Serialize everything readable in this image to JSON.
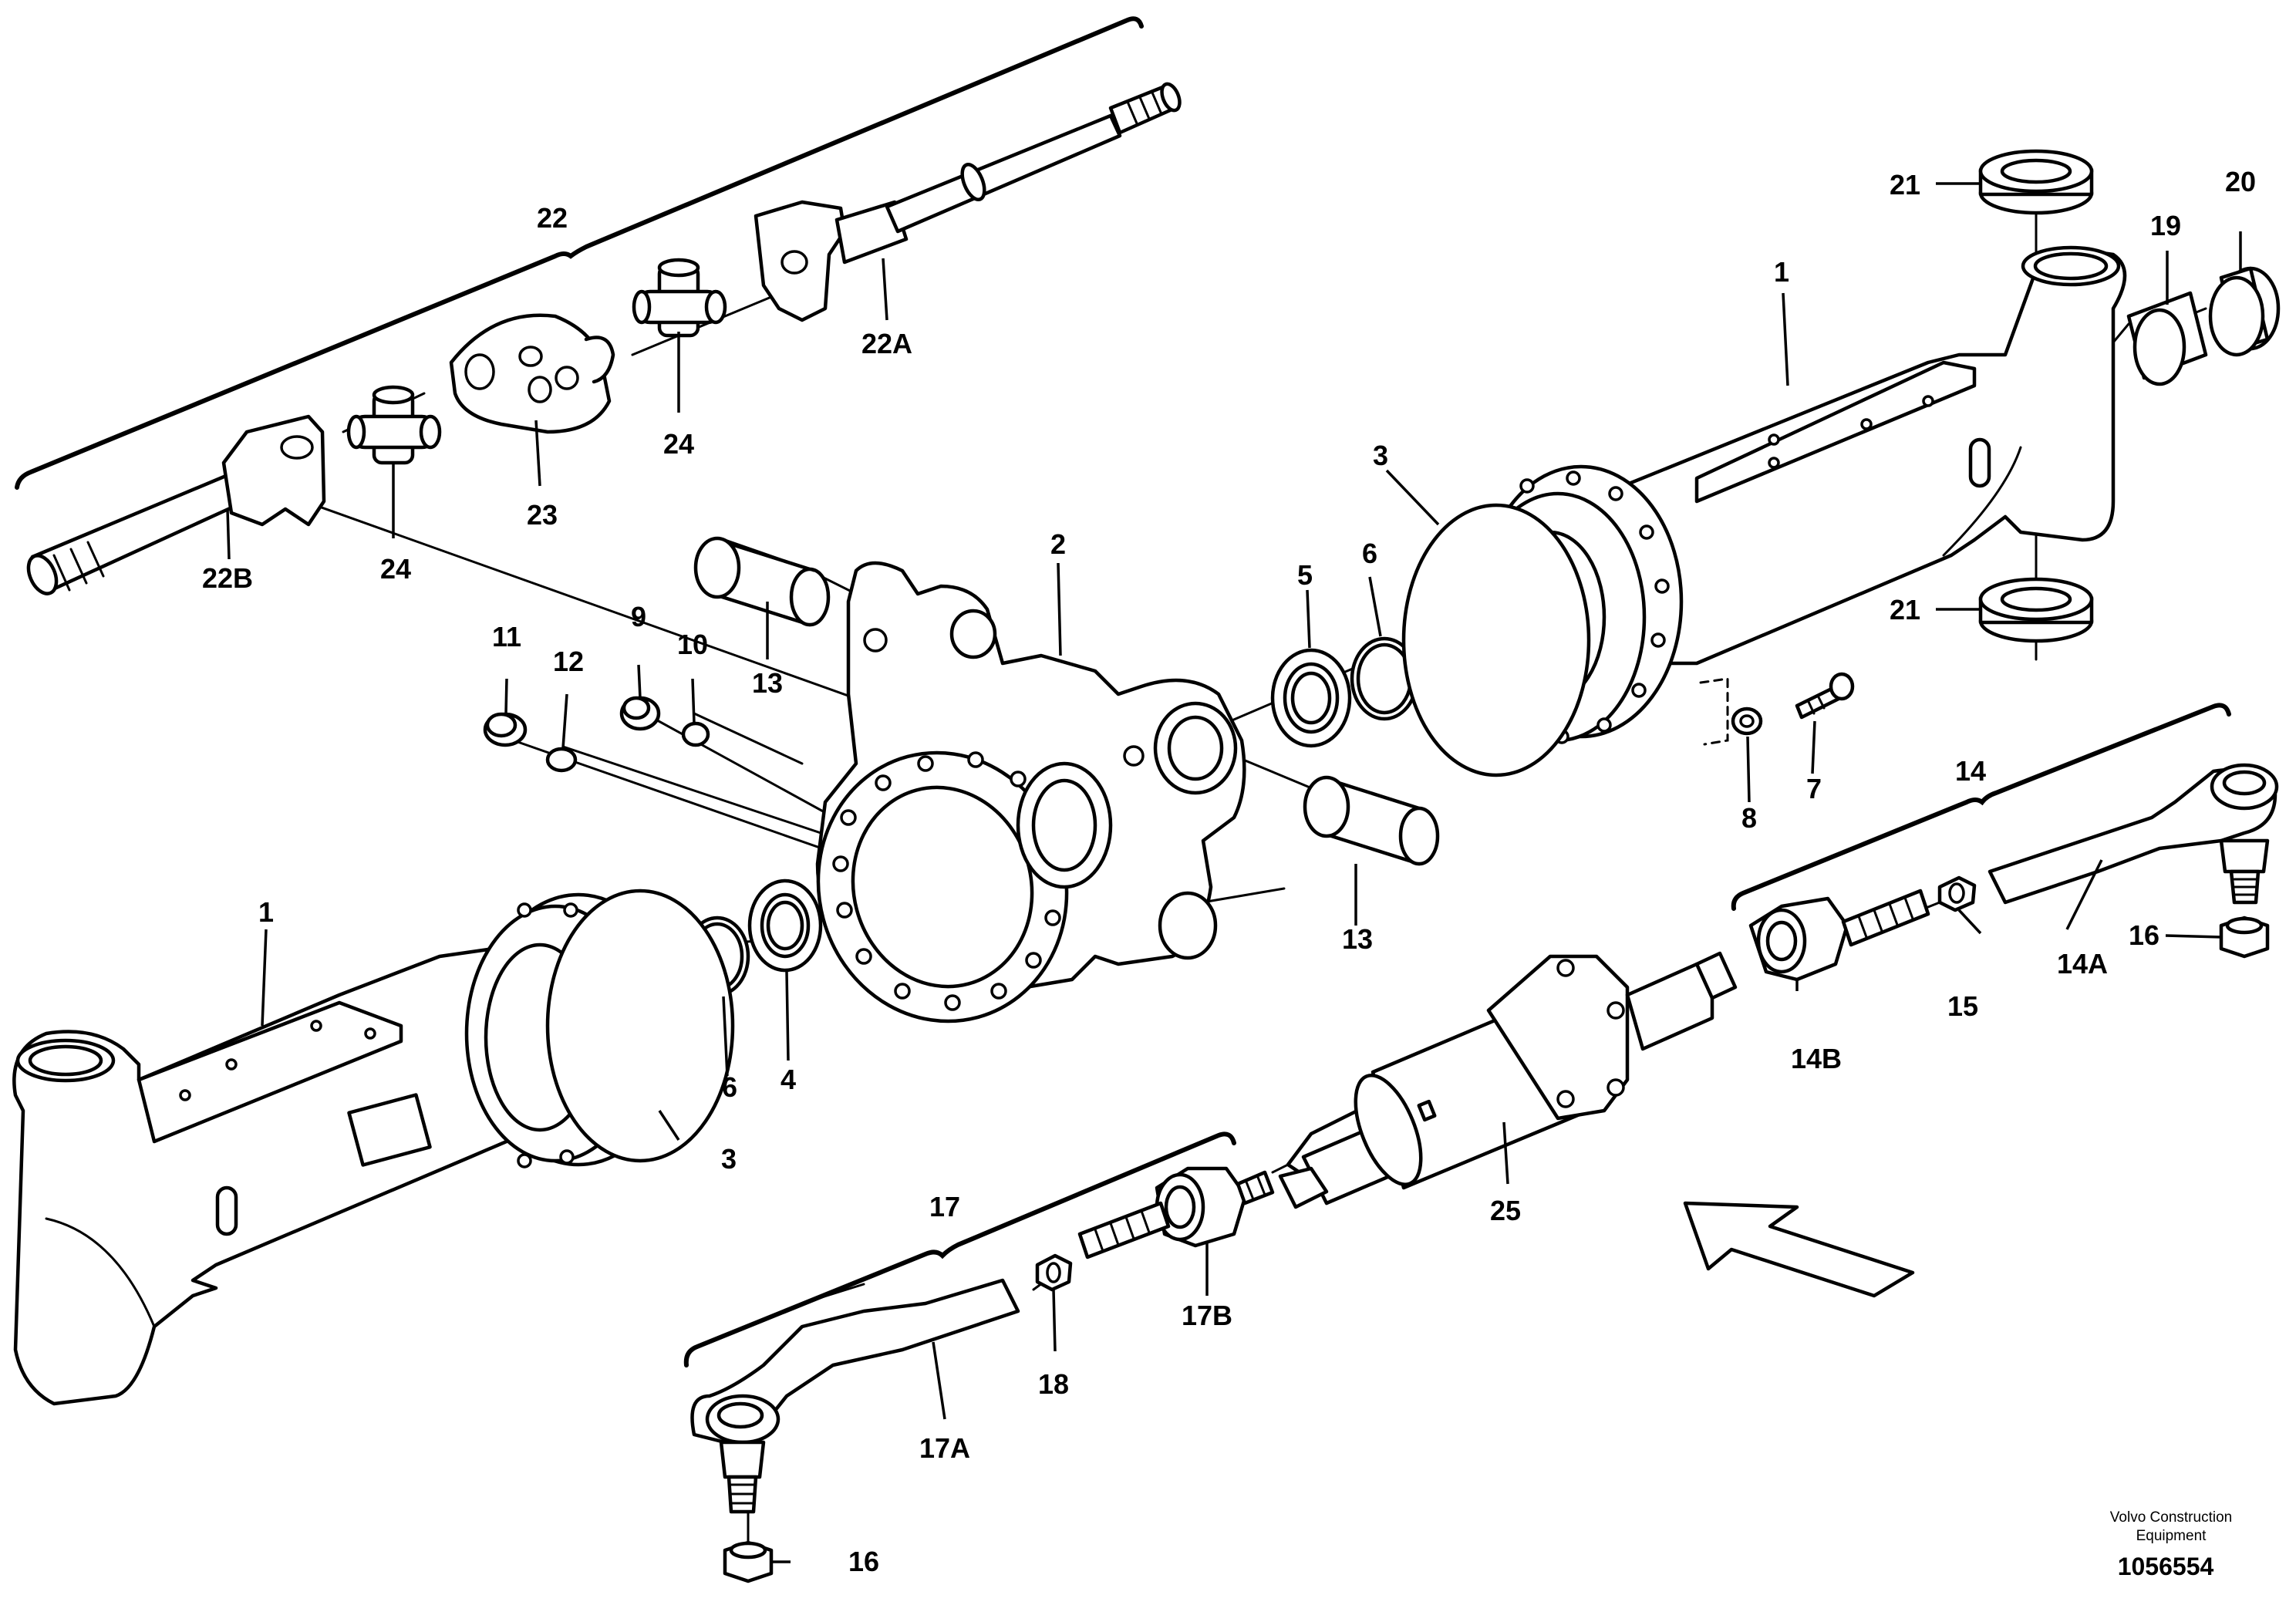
{
  "callouts": {
    "c1_right": "1",
    "c1_left": "1",
    "c2": "2",
    "c3_right": "3",
    "c3_left": "3",
    "c4": "4",
    "c5": "5",
    "c6_right": "6",
    "c6_left": "6",
    "c7": "7",
    "c8": "8",
    "c9": "9",
    "c10": "10",
    "c11": "11",
    "c12": "12",
    "c13_top": "13",
    "c13_bottom": "13",
    "c14": "14",
    "c14a": "14A",
    "c14b": "14B",
    "c15": "15",
    "c16_right": "16",
    "c16_left": "16",
    "c17": "17",
    "c17a": "17A",
    "c17b": "17B",
    "c18": "18",
    "c19": "19",
    "c20": "20",
    "c21_top": "21",
    "c21_bottom": "21",
    "c22": "22",
    "c22a": "22A",
    "c22b": "22B",
    "c23": "23",
    "c24_left": "24",
    "c24_right": "24",
    "c25": "25"
  },
  "footer": {
    "brand_line1": "Volvo Construction",
    "brand_line2": "Equipment",
    "doc_number": "1056554"
  }
}
